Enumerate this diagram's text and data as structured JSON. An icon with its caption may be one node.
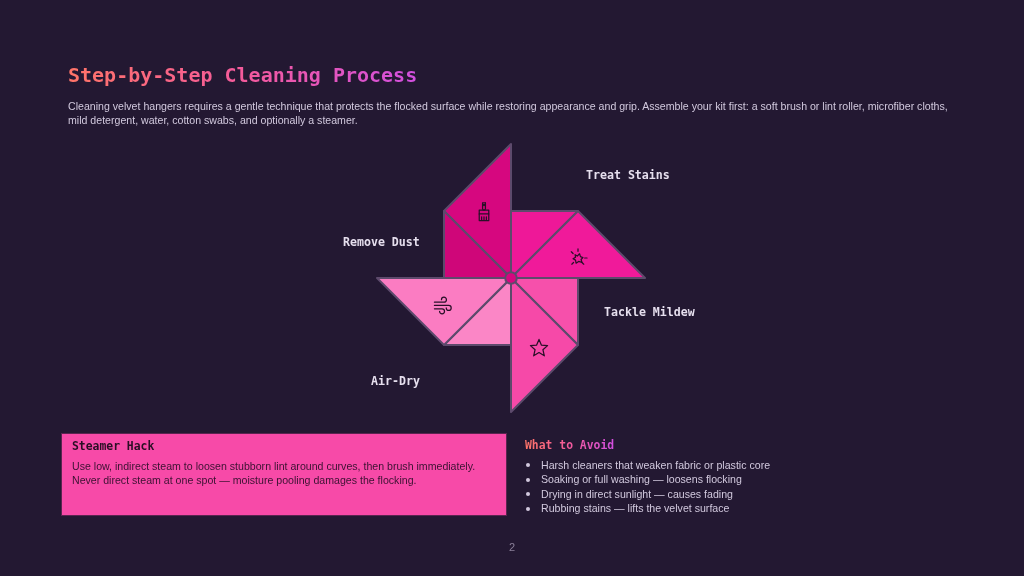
{
  "diagram": {
    "title": "Step-by-Step Cleaning Process",
    "nodes": [
      {
        "text": [
          "Remove Dust"
        ]
      },
      {
        "text": [
          "Treat Stains"
        ]
      },
      {
        "text": [
          "Tackle Mildew"
        ]
      },
      {
        "text": [
          "Air-Dry"
        ]
      },
      {
        "text": [
          "Steamer Hack",
          "Use low, indirect steam to loosen stubborn lint around curves, then brush immediately. Never direct steam at one spot — moisture pooling damages the flocking."
        ]
      }
    ],
    "labels": [
      "Cleaning velvet hangers requires a gentle technique that protects the flocked surface while restoring appearance and grip. Assemble your kit first: a soft brush or lint roller, microfiber cloths, mild detergent, water, cotton swabs, and optionally a steamer.",
      "What to Avoid",
      "Harsh cleaners that weaken fabric or plastic core",
      "Soaking or full washing — loosens flocking",
      "Drying in direct sunlight — causes fading",
      "Rubbing stains — lifts the velvet surface",
      "2"
    ]
  }
}
